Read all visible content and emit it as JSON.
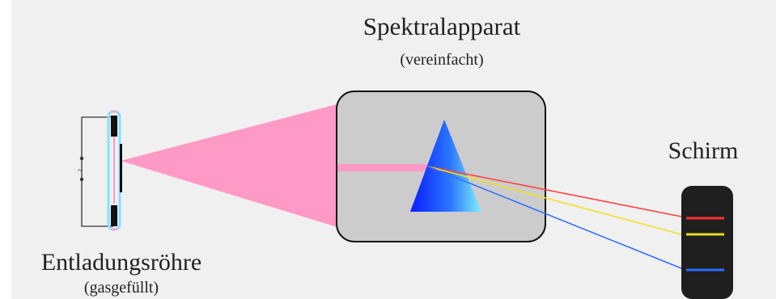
{
  "labels": {
    "apparatus_title": "Spektralapparat",
    "apparatus_subtitle": "(vereinfacht)",
    "tube_title": "Entladungsröhre",
    "tube_subtitle": "(gasgefüllt)",
    "screen_title": "Schirm"
  },
  "source_symbol": "~",
  "colors": {
    "background": "#f0f0f0",
    "beam": "#ff99c6",
    "box_fill": "#cccccc",
    "box_stroke": "#111111",
    "screen_fill": "#1f1f1f",
    "line_red": "#ff4040",
    "line_yellow": "#f0e020",
    "line_blue": "#3070ff",
    "prism_dark": "#0a1dff",
    "prism_light": "#7ff0ff"
  }
}
